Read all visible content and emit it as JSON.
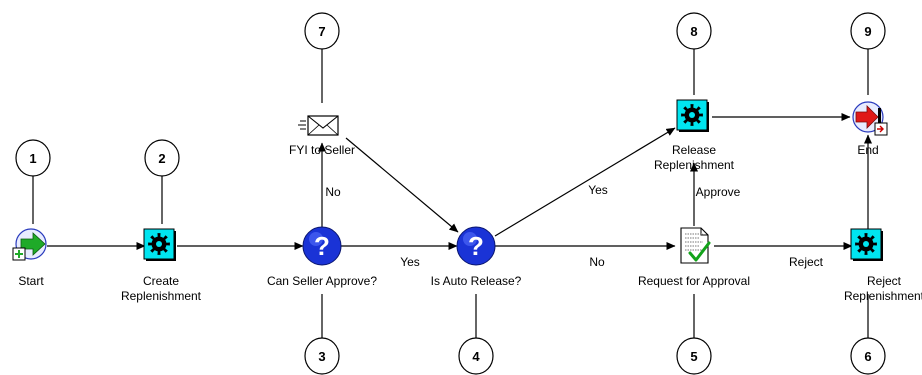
{
  "nodes": [
    {
      "id": "start",
      "kind": "start",
      "callout": "1",
      "lines": [
        "Start"
      ]
    },
    {
      "id": "create",
      "kind": "function",
      "callout": "2",
      "lines": [
        "Create",
        "Replenishment"
      ]
    },
    {
      "id": "seller_approve",
      "kind": "decision",
      "callout": "3",
      "lines": [
        "Can Seller Approve?"
      ]
    },
    {
      "id": "auto_release",
      "kind": "decision",
      "callout": "4",
      "lines": [
        "Is Auto Release?"
      ]
    },
    {
      "id": "request_approval",
      "kind": "notification",
      "callout": "5",
      "lines": [
        "Request for Approval"
      ]
    },
    {
      "id": "reject",
      "kind": "function",
      "callout": "6",
      "lines": [
        "Reject",
        "Replenishment"
      ]
    },
    {
      "id": "fyi",
      "kind": "message",
      "callout": "7",
      "lines": [
        "FYI to Seller"
      ]
    },
    {
      "id": "release",
      "kind": "function",
      "callout": "8",
      "lines": [
        "Release",
        "Replenishment"
      ]
    },
    {
      "id": "end",
      "kind": "end",
      "callout": "9",
      "lines": [
        "End"
      ]
    }
  ],
  "edges": [
    {
      "from": "start",
      "to": "create",
      "label": ""
    },
    {
      "from": "create",
      "to": "seller_approve",
      "label": ""
    },
    {
      "from": "seller_approve",
      "to": "auto_release",
      "label": "Yes"
    },
    {
      "from": "seller_approve",
      "to": "fyi",
      "label": "No"
    },
    {
      "from": "fyi",
      "to": "auto_release",
      "label": ""
    },
    {
      "from": "auto_release",
      "to": "request_approval",
      "label": "No"
    },
    {
      "from": "auto_release",
      "to": "release",
      "label": "Yes"
    },
    {
      "from": "request_approval",
      "to": "reject",
      "label": "Reject"
    },
    {
      "from": "request_approval",
      "to": "release",
      "label": "Approve"
    },
    {
      "from": "release",
      "to": "end",
      "label": ""
    },
    {
      "from": "reject",
      "to": "end",
      "label": ""
    }
  ],
  "colors": {
    "function_fill": "#00e5f0",
    "decision_fill": "#1a33d6",
    "start_arrow": "#1faa28",
    "end_arrow": "#e01818",
    "line": "#000000"
  }
}
